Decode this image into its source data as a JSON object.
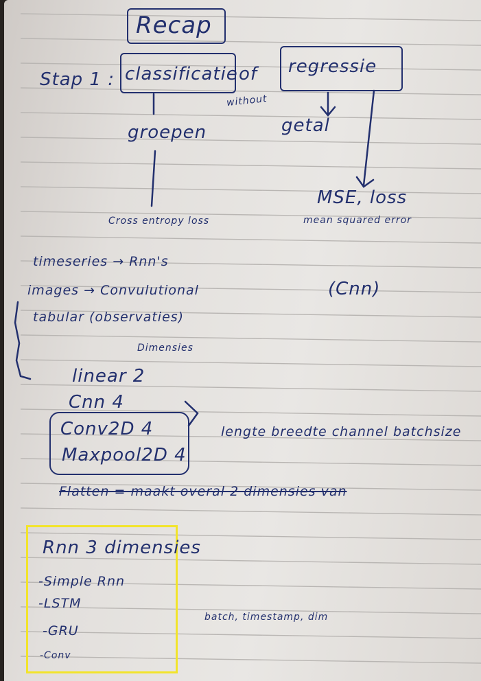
{
  "note": {
    "title": "Recap",
    "stap_label": "Stap 1 :",
    "classificatie": "classificatie",
    "of": "of",
    "regressie": "regressie",
    "without": "without",
    "groepen": "groepen",
    "getal": "getal",
    "mse": "MSE, loss",
    "mse_full": "mean squared error",
    "cross_entropy": "Cross entropy loss",
    "timeseries": "timeseries → Rnn's",
    "images": "images → Convulutional",
    "cnn_paren": "(Cnn)",
    "tabular": "tabular (observaties)",
    "dimensies": "Dimensies",
    "linear": "linear  2",
    "cnn": "Cnn  4",
    "conv2d": "Conv2D  4",
    "maxpool": "Maxpool2D 4",
    "cnn_dims_note": "lengte breedte channel batchsize",
    "flatten": "Flatten = maakt overal 2 dimensies van",
    "rnn_heading": "Rnn  3  dimensies",
    "rnn_simple": "-Simple Rnn",
    "rnn_lstm": "-LSTM",
    "rnn_gru": "-GRU",
    "rnn_conv": "-Conv",
    "rnn_dims_note": "batch, timestamp, dim"
  },
  "colors": {
    "ink": "#23306e",
    "paper": "#e6e3e0",
    "rule_line": "#b9b6b3",
    "highlight_box": "#f2e42b"
  }
}
